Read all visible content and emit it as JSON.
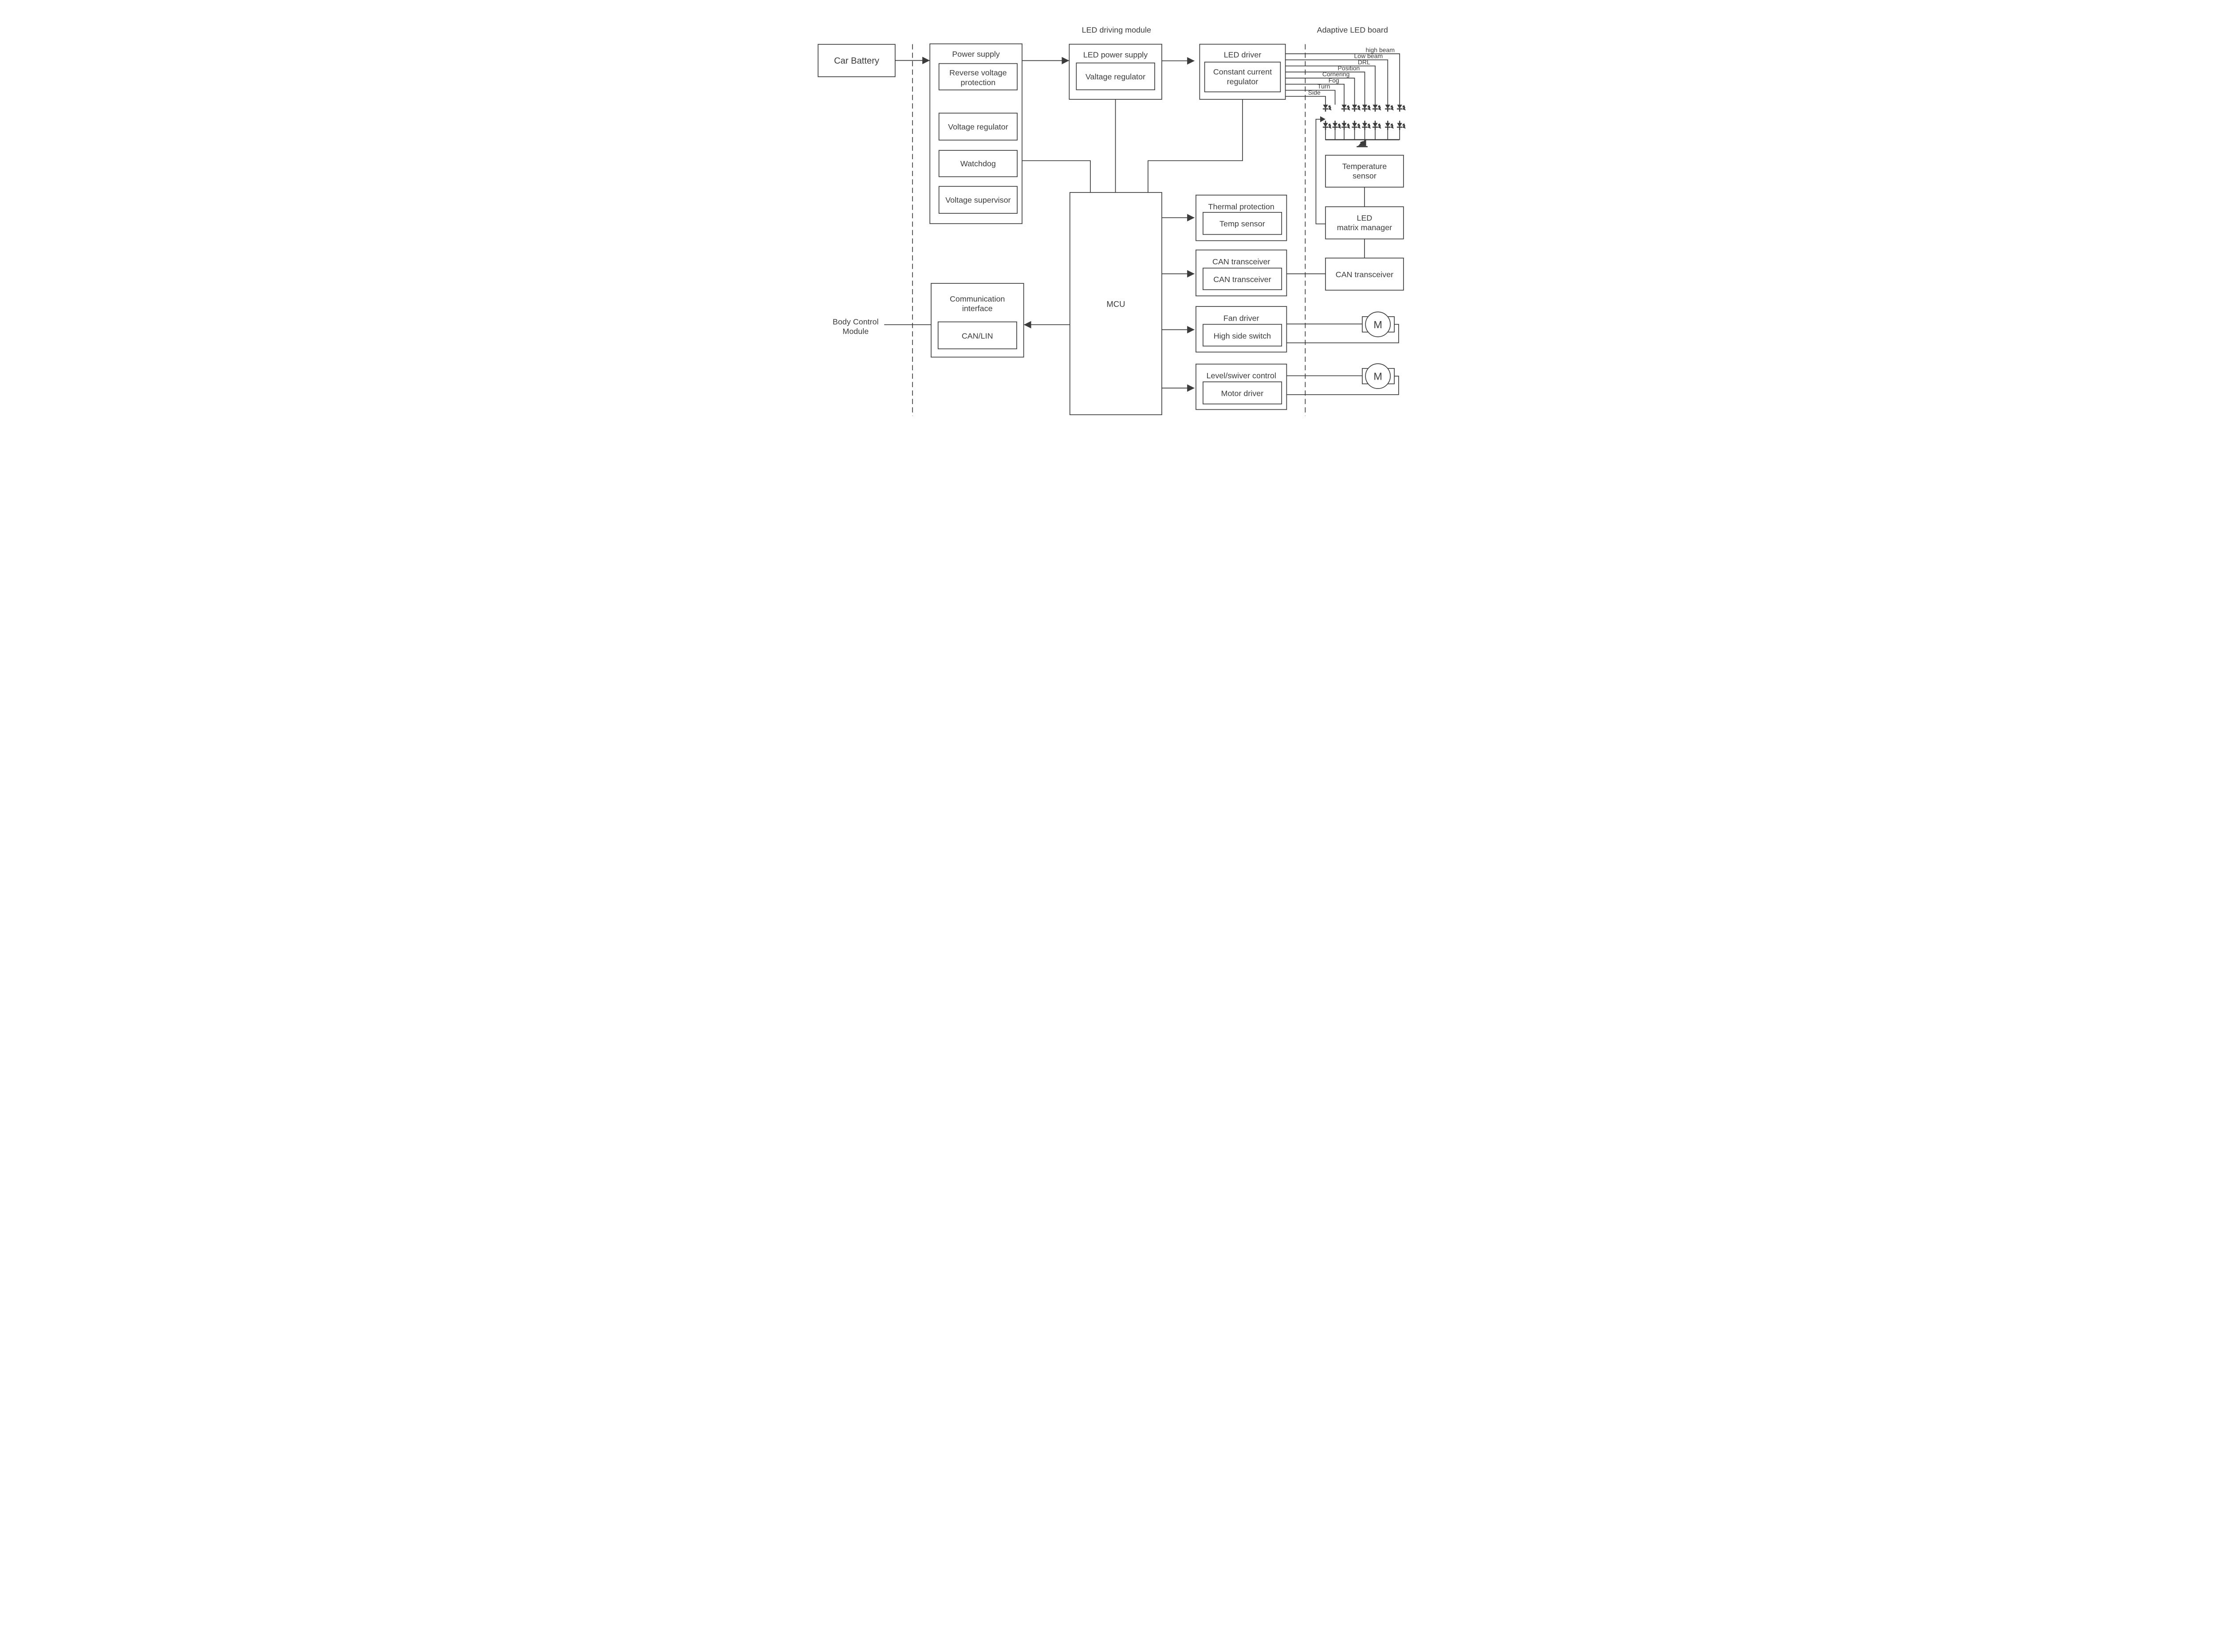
{
  "colors": {
    "line": "#3b3b3b",
    "background": "#ffffff"
  },
  "sections": {
    "led_driving_module": "LED driving module",
    "adaptive_led_board": "Adaptive LED board"
  },
  "external": {
    "car_battery": "Car Battery",
    "body_control_line1": "Body Control",
    "body_control_line2": "Module"
  },
  "power_supply": {
    "title": "Power supply",
    "reverse_voltage_line1": "Reverse voltage",
    "reverse_voltage_line2": "protection",
    "voltage_regulator": "Voltage regulator",
    "watchdog": "Watchdog",
    "voltage_supervisor": "Voltage supervisor"
  },
  "led_power_supply": {
    "title": "LED power supply",
    "inner": "Valtage regulator"
  },
  "led_driver": {
    "title": "LED driver",
    "inner_line1": "Constant current",
    "inner_line2": "regulator"
  },
  "mcu": {
    "title": "MCU"
  },
  "communication_interface": {
    "title_line1": "Communication",
    "title_line2": "interface",
    "inner": "CAN/LIN"
  },
  "thermal_protection": {
    "title": "Thermal protection",
    "inner": "Temp sensor"
  },
  "can_transceiver_mid": {
    "title": "CAN transceiver",
    "inner": "CAN transceiver"
  },
  "fan_driver": {
    "title": "Fan driver",
    "inner": "High side switch"
  },
  "level_swivel": {
    "title": "Level/swiver control",
    "inner": "Motor driver"
  },
  "adaptive_board": {
    "temperature_sensor_line1": "Temperature",
    "temperature_sensor_line2": "sensor",
    "led_matrix_manager_line1": "LED",
    "led_matrix_manager_line2": "matrix manager",
    "can_transceiver": "CAN transceiver"
  },
  "channels": [
    "high beam",
    "Low beam",
    "DRL",
    "Position",
    "Cornering",
    "Fog",
    "Turn",
    "Side"
  ],
  "motors": {
    "label": "M"
  }
}
